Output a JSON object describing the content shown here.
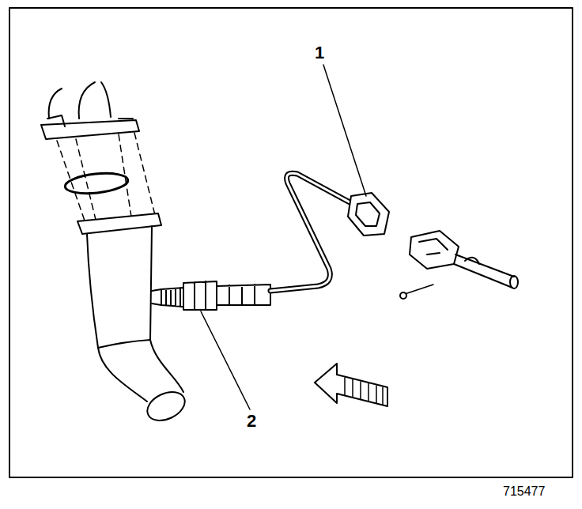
{
  "diagram": {
    "labels": [
      "1",
      "2",
      "715477"
    ]
  }
}
